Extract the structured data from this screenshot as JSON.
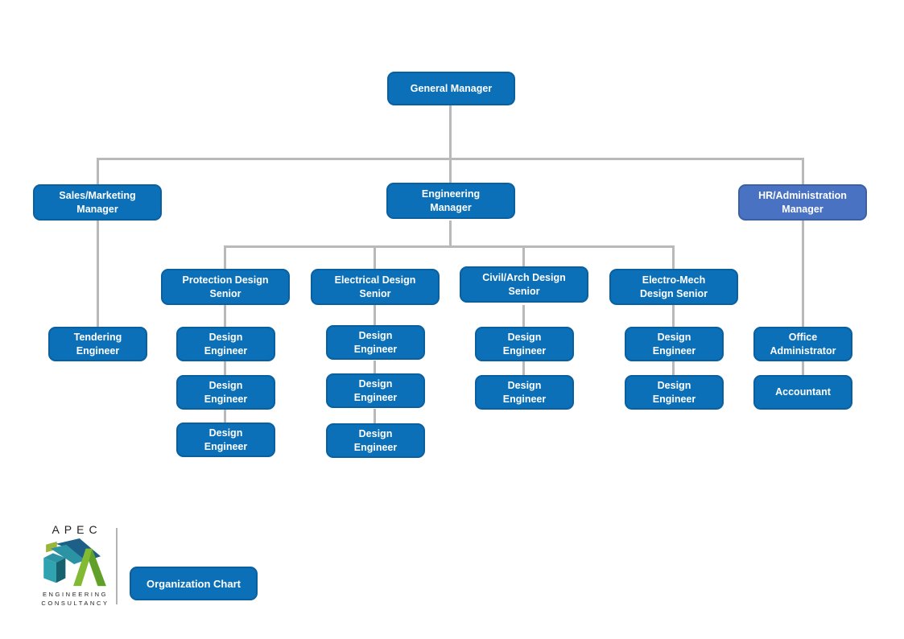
{
  "page": {
    "background": "#ffffff"
  },
  "branding": {
    "wordmark": "APEC",
    "tagline_line1": "ENGINEERING",
    "tagline_line2": "CONSULTANCY"
  },
  "badge": {
    "label": "Organization Chart"
  },
  "colors": {
    "node_fill": "#0b70b8",
    "node_border": "#0a5f9e",
    "hr_node_fill": "#4a72c2",
    "hr_node_border": "#3c5fa6",
    "connector": "#b9b9b9",
    "node_text": "#ffffff",
    "logo_green": "#82ba33",
    "logo_light_green": "#a6c83d",
    "logo_teal": "#2b93a3",
    "logo_dark_blue": "#1d5f86"
  },
  "nodes": {
    "general_manager": "General Manager",
    "sales_marketing_manager": "Sales/Marketing\nManager",
    "engineering_manager": "Engineering\nManager",
    "hr_administration_manager": "HR/Administration\nManager",
    "protection_design_senior": "Protection Design\nSenior",
    "electrical_design_senior": "Electrical Design\nSenior",
    "civil_arch_design_senior": "Civil/Arch Design\nSenior",
    "electro_mech_design_senior": "Electro-Mech\nDesign Senior",
    "tendering_engineer": "Tendering\nEngineer",
    "design_engineer": "Design\nEngineer",
    "office_administrator": "Office\nAdministrator",
    "accountant": "Accountant"
  },
  "hierarchy": {
    "root": "General Manager",
    "children": [
      {
        "role": "Sales/Marketing Manager",
        "reports": [
          "Tendering Engineer"
        ]
      },
      {
        "role": "Engineering Manager",
        "reports": [
          {
            "role": "Protection Design Senior",
            "reports": [
              "Design Engineer",
              "Design Engineer",
              "Design Engineer"
            ]
          },
          {
            "role": "Electrical Design Senior",
            "reports": [
              "Design Engineer",
              "Design Engineer",
              "Design Engineer"
            ]
          },
          {
            "role": "Civil/Arch Design Senior",
            "reports": [
              "Design Engineer",
              "Design Engineer"
            ]
          },
          {
            "role": "Electro-Mech Design Senior",
            "reports": [
              "Design Engineer",
              "Design Engineer"
            ]
          }
        ]
      },
      {
        "role": "HR/Administration Manager",
        "reports": [
          "Office Administrator",
          "Accountant"
        ]
      }
    ]
  }
}
